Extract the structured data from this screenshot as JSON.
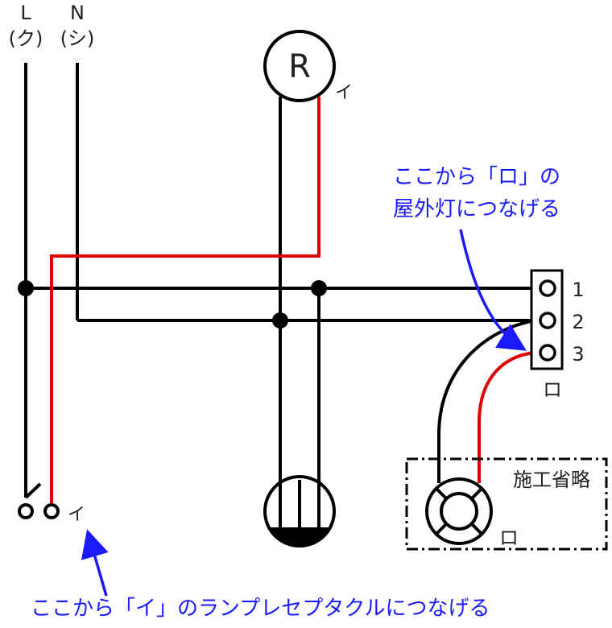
{
  "supply": {
    "line": "L",
    "line_sub": "(ク)",
    "neutral": "N",
    "neutral_sub": "(シ)"
  },
  "receptacle_lamp": {
    "symbol": "R",
    "tag": "イ"
  },
  "switch": {
    "tag": "イ"
  },
  "terminal_block": {
    "terminals": [
      "1",
      "2",
      "3"
    ],
    "tag": "ロ"
  },
  "outdoor_light": {
    "tag": "ロ",
    "omit_label": "施工省略"
  },
  "annotations": {
    "top_line1": "ここから「ロ」の",
    "top_line2": "屋外灯につなげる",
    "bottom": "ここから「イ」のランプレセプタクルにつなげる"
  },
  "colors": {
    "wire": "#000000",
    "wire_red": "#e00000",
    "annotation": "#1a1aff"
  }
}
